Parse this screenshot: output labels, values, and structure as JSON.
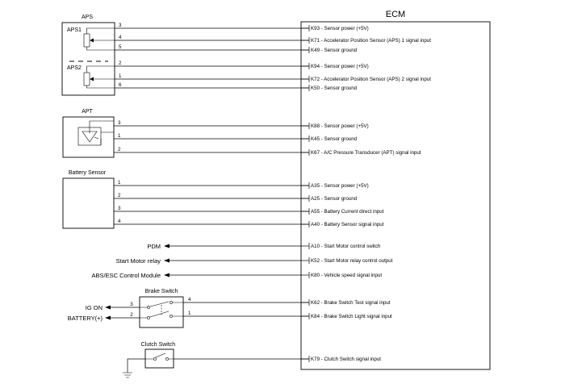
{
  "ecm": {
    "title": "ECM",
    "pins": [
      {
        "id": "K93",
        "label": "Sensor power (+5V)",
        "wire": "3"
      },
      {
        "id": "K71",
        "label": "Accelerator Position Sensor (APS) 1 signal input",
        "wire": "4"
      },
      {
        "id": "K49",
        "label": "Sensor ground",
        "wire": "5"
      },
      {
        "id": "K94",
        "label": "Sensor power (+5V)",
        "wire": "2"
      },
      {
        "id": "K72",
        "label": "Accelerator Position Sensor (APS) 2 signal input",
        "wire": "1"
      },
      {
        "id": "K50",
        "label": "Sensor ground",
        "wire": "6"
      },
      {
        "id": "K88",
        "label": "Sensor power (+5V)",
        "wire": "3"
      },
      {
        "id": "K45",
        "label": "Sensor ground",
        "wire": "1"
      },
      {
        "id": "K67",
        "label": "A/C Pressure Transducer (APT) signal input",
        "wire": "2"
      },
      {
        "id": "A35",
        "label": "Sensor power (+5V)",
        "wire": "1"
      },
      {
        "id": "A25",
        "label": "Sensor ground",
        "wire": "2"
      },
      {
        "id": "A55",
        "label": "Battery Current direct input",
        "wire": "3"
      },
      {
        "id": "A40",
        "label": "Battery Sensor signal input",
        "wire": "4"
      },
      {
        "id": "A10",
        "label": "Start Motor control switch",
        "wire": ""
      },
      {
        "id": "K52",
        "label": "Start Motor relay control output",
        "wire": ""
      },
      {
        "id": "K80",
        "label": "Vehicle speed signal input",
        "wire": ""
      },
      {
        "id": "K62",
        "label": "Brake Switch Test signal input",
        "wire": "4"
      },
      {
        "id": "K84",
        "label": "Brake Switch Light signal input",
        "wire": "1"
      },
      {
        "id": "K79",
        "label": "Clutch Switch signal input",
        "wire": ""
      }
    ]
  },
  "components": {
    "aps": {
      "title": "APS",
      "sensor1": "APS1",
      "sensor2": "APS2"
    },
    "apt": {
      "title": "APT"
    },
    "battery_sensor": {
      "title": "Battery Sensor"
    },
    "brake_switch": {
      "title": "Brake Switch",
      "pin_ig": "3",
      "pin_batt": "2"
    },
    "clutch_switch": {
      "title": "Clutch Switch"
    }
  },
  "external": {
    "pdm": "PDM",
    "start_motor_relay": "Start Motor relay",
    "abs_esc": "ABS/ESC Control Module",
    "ig_on": "IG ON",
    "battery": "BATTERY(+)"
  },
  "colors": {
    "line": "#000000",
    "background": "#ffffff"
  }
}
